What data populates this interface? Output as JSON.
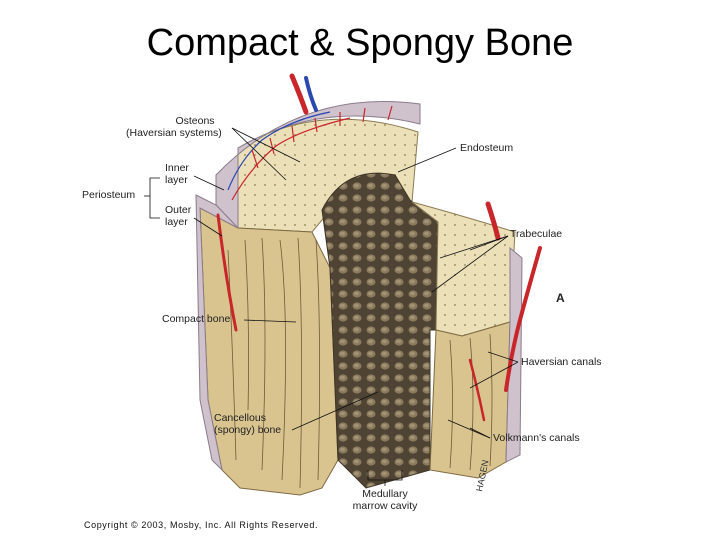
{
  "title": "Compact & Spongy Bone",
  "labels": {
    "osteons": "Osteons",
    "haversian_systems": "(Haversian systems)",
    "inner": "Inner",
    "inner_layer": "layer",
    "periosteum": "Periosteum",
    "outer": "Outer",
    "outer_layer": "layer",
    "endosteum": "Endosteum",
    "trabeculae": "Trabeculae",
    "figure_letter": "A",
    "compact_bone": "Compact bone",
    "haversian_canals": "Haversian canals",
    "cancellous": "Cancellous",
    "spongy_bone": "(spongy) bone",
    "volkmanns_canals": "Volkmann's canals",
    "medullary": "Medullary",
    "marrow_cavity": "marrow cavity",
    "signature": "HAGEN"
  },
  "copyright": "Copyright © 2003, Mosby, Inc. All Rights Reserved.",
  "colors": {
    "bone": "#d9c48f",
    "bone_light": "#ece0b8",
    "bone_shadow": "#b39a62",
    "spongy": "#8a7a5e",
    "spongy_dark": "#4f4434",
    "artery": "#c8262a",
    "vein": "#2a48b0",
    "periosteum": "#b9aeb8"
  }
}
